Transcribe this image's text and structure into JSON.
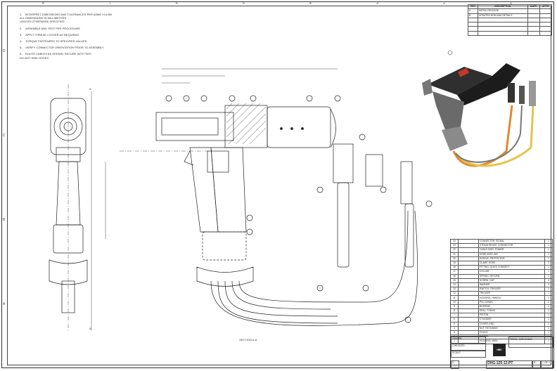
{
  "drawing": {
    "part_number": "DHG-125-12-PT",
    "title": "TOOL, WELDING",
    "rev": "B",
    "section_label": "SECTION A-A",
    "view_marker": "A"
  },
  "zones": {
    "columns": [
      "8",
      "7",
      "6",
      "5",
      "4",
      "3",
      "2",
      "1"
    ],
    "rows": [
      "D",
      "C",
      "B",
      "A"
    ]
  },
  "notes": [
    {
      "num": "1.",
      "text": "INTERPRET DIMENSIONS AND TOLERANCES PER ASME Y14.5M\nALL DIMENSIONS IN MILLIMETERS\nUNLESS OTHERWISE SPECIFIED"
    },
    {
      "num": "2.",
      "text": "ASSEMBLE AND TEST PER PROCEDURE"
    },
    {
      "num": "3.",
      "text": "APPLY THREAD LOCKER AS REQUIRED"
    },
    {
      "num": "4.",
      "text": "TORQUE FASTENERS TO SPECIFIED VALUES"
    },
    {
      "num": "5.",
      "text": "VERIFY CONNECTOR ORIENTATION PRIOR TO ASSEMBLY"
    },
    {
      "num": "6.",
      "text": "ROUTE CABLES AS SHOWN; SECURE WITH TIES\nDO NOT KINK HOSES"
    }
  ],
  "revisions": {
    "headers": [
      "REV",
      "DESCRIPTION",
      "DATE",
      "APPD"
    ],
    "rows": [
      [
        "A",
        "INITIAL RELEASE",
        "",
        ""
      ],
      [
        "B",
        "UPDATED BOM AND DETAILS",
        "",
        ""
      ],
      [
        "",
        "",
        "",
        ""
      ],
      [
        "",
        "",
        "",
        ""
      ],
      [
        "",
        "",
        "",
        ""
      ],
      [
        "",
        "",
        "",
        ""
      ]
    ]
  },
  "bom": {
    "rows": [
      [
        "24",
        "",
        "CONNECTOR, SIGNAL",
        "1"
      ],
      [
        "23",
        "",
        "STRAIN RELIEF, CONNECTOR",
        "1"
      ],
      [
        "22",
        "",
        "CABLE ASSY, POWER",
        "1"
      ],
      [
        "21",
        "",
        "HOSE ASSY, AIR",
        "1"
      ],
      [
        "20",
        "",
        "SLEEVE, PROTECTIVE",
        "1"
      ],
      [
        "19",
        "",
        "CLAMP, HOSE",
        "2"
      ],
      [
        "18",
        "",
        "FITTING, QUICK CONNECT",
        "1"
      ],
      [
        "17",
        "",
        "COLLAR",
        "1"
      ],
      [
        "16",
        "",
        "SPRING, RETURN",
        "1"
      ],
      [
        "15",
        "",
        "SCREW, CAP",
        "4"
      ],
      [
        "14",
        "",
        "WASHER",
        "4"
      ],
      [
        "13",
        "",
        "SWITCH, TRIGGER",
        "1"
      ],
      [
        "12",
        "",
        "TRIGGER",
        "1"
      ],
      [
        "11",
        "",
        "HOUSING, HANDLE",
        "1"
      ],
      [
        "10",
        "",
        "PIN, DOWEL",
        "2"
      ],
      [
        "9",
        "",
        "BUSHING",
        "1"
      ],
      [
        "8",
        "",
        "SEAL, O-RING",
        "2"
      ],
      [
        "7",
        "",
        "PISTON",
        "1"
      ],
      [
        "6",
        "",
        "CYLINDER",
        "1"
      ],
      [
        "5",
        "",
        "COVER, END",
        "1"
      ],
      [
        "4",
        "",
        "NUT, RETAINING",
        "1"
      ],
      [
        "3",
        "",
        "CHUCK",
        "1"
      ],
      [
        "2",
        "",
        "BARREL",
        "1"
      ],
      [
        "1",
        "",
        "HOUSING, MAIN",
        "1"
      ]
    ]
  },
  "title_block": {
    "company": "HBK",
    "drawn_label": "DRAWN",
    "checked_label": "CHECKED",
    "scale_label": "SCALE",
    "sheet_label": "SHEET",
    "size_label": "SIZE",
    "size_value": "D",
    "sheet_value": "1 OF 1"
  },
  "dimensions": {
    "overall": "",
    "grip": "",
    "height": ""
  },
  "colors": {
    "line": "#222222",
    "photo_body": "#4a4a4a",
    "photo_cable_orange": "#e08a2a",
    "photo_cable_yellow": "#e8c34a",
    "photo_accent": "#c0392b"
  }
}
